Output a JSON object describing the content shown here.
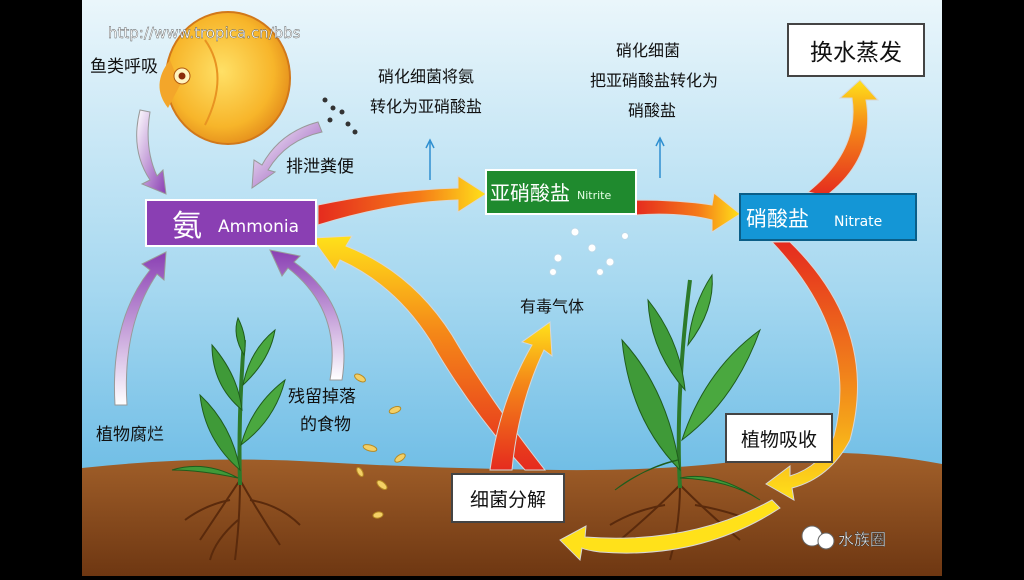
{
  "watermark_url": "http://www.tropica.cn/bbs",
  "corner_mark": "水族圈",
  "nodes": {
    "ammonia": {
      "zh": "氨",
      "en": "Ammonia"
    },
    "nitrite": {
      "zh": "亚硝酸盐",
      "en": "Nitrite"
    },
    "nitrate": {
      "zh": "硝酸盐",
      "en": "Nitrate"
    },
    "water_change": "换水蒸发",
    "bacteria_decompose": "细菌分解",
    "plant_absorb": "植物吸收"
  },
  "labels": {
    "fish_breathing": "鱼类呼吸",
    "excrete": "排泄粪便",
    "nitrify_1": [
      "硝化细菌将氨",
      "转化为亚硝酸盐"
    ],
    "nitrify_2": [
      "硝化细菌",
      "把亚硝酸盐转化为",
      "硝酸盐"
    ],
    "toxic_gas": "有毒气体",
    "plant_rot": "植物腐烂",
    "leftover_food": [
      "残留掉落",
      "的食物"
    ]
  },
  "colors": {
    "ammonia_box": "#8a3fb3",
    "nitrite_box": "#1f8a2e",
    "nitrate_box": "#1496d6",
    "water_top": "#d8eef7",
    "water_bottom": "#58b3e2",
    "soil": "#8a4a1c"
  }
}
